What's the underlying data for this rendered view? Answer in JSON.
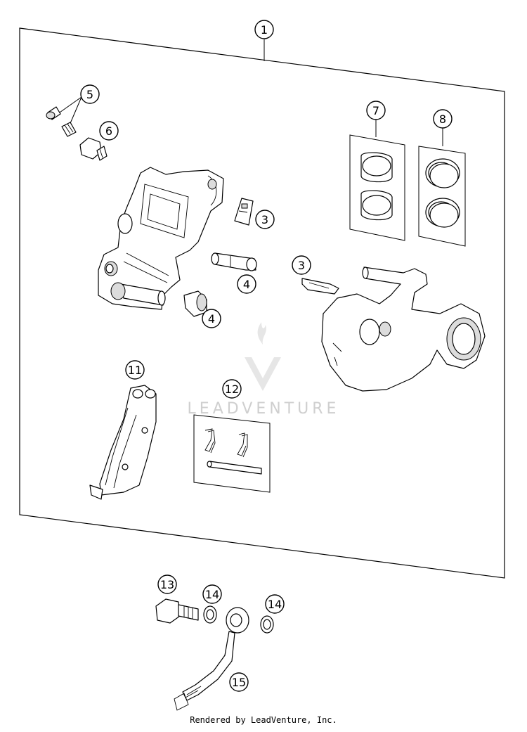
{
  "callouts": {
    "c1": "1",
    "c3a": "3",
    "c3b": "3",
    "c4a": "4",
    "c4b": "4",
    "c5": "5",
    "c6": "6",
    "c7": "7",
    "c8": "8",
    "c11": "11",
    "c12": "12",
    "c13": "13",
    "c14a": "14",
    "c14b": "14",
    "c15": "15"
  },
  "watermark": {
    "brand": "LEADVENTURE"
  },
  "footer": {
    "text": "Rendered by LeadVenture, Inc."
  }
}
